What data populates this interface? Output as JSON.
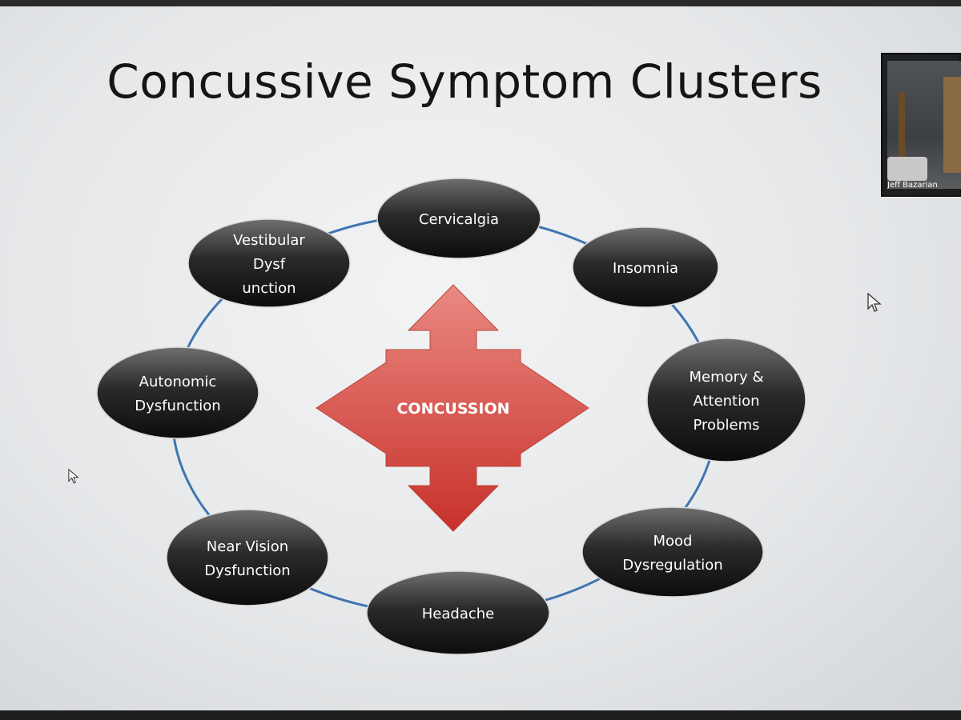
{
  "slide": {
    "title": "Concussive Symptom Clusters",
    "center": {
      "label": "CONCUSSION",
      "color": "#d9463e"
    },
    "ring_color": "#3f74b0",
    "nodes": [
      {
        "id": "cervicalgia",
        "lines": [
          "Cervicalgia"
        ]
      },
      {
        "id": "insomnia",
        "lines": [
          "Insomnia"
        ]
      },
      {
        "id": "memory",
        "lines": [
          "Memory &",
          "Attention",
          "Problems"
        ]
      },
      {
        "id": "mood",
        "lines": [
          "Mood",
          "Dysregulation"
        ]
      },
      {
        "id": "headache",
        "lines": [
          "Headache"
        ]
      },
      {
        "id": "near-vision",
        "lines": [
          "Near Vision",
          "Dysfunction"
        ]
      },
      {
        "id": "autonomic",
        "lines": [
          "Autonomic",
          "Dysfunction"
        ]
      },
      {
        "id": "vestibular",
        "lines": [
          "Vestibular",
          "Dysf",
          "unction"
        ]
      }
    ]
  },
  "video": {
    "participant_name": "Jeff Bazarian"
  }
}
